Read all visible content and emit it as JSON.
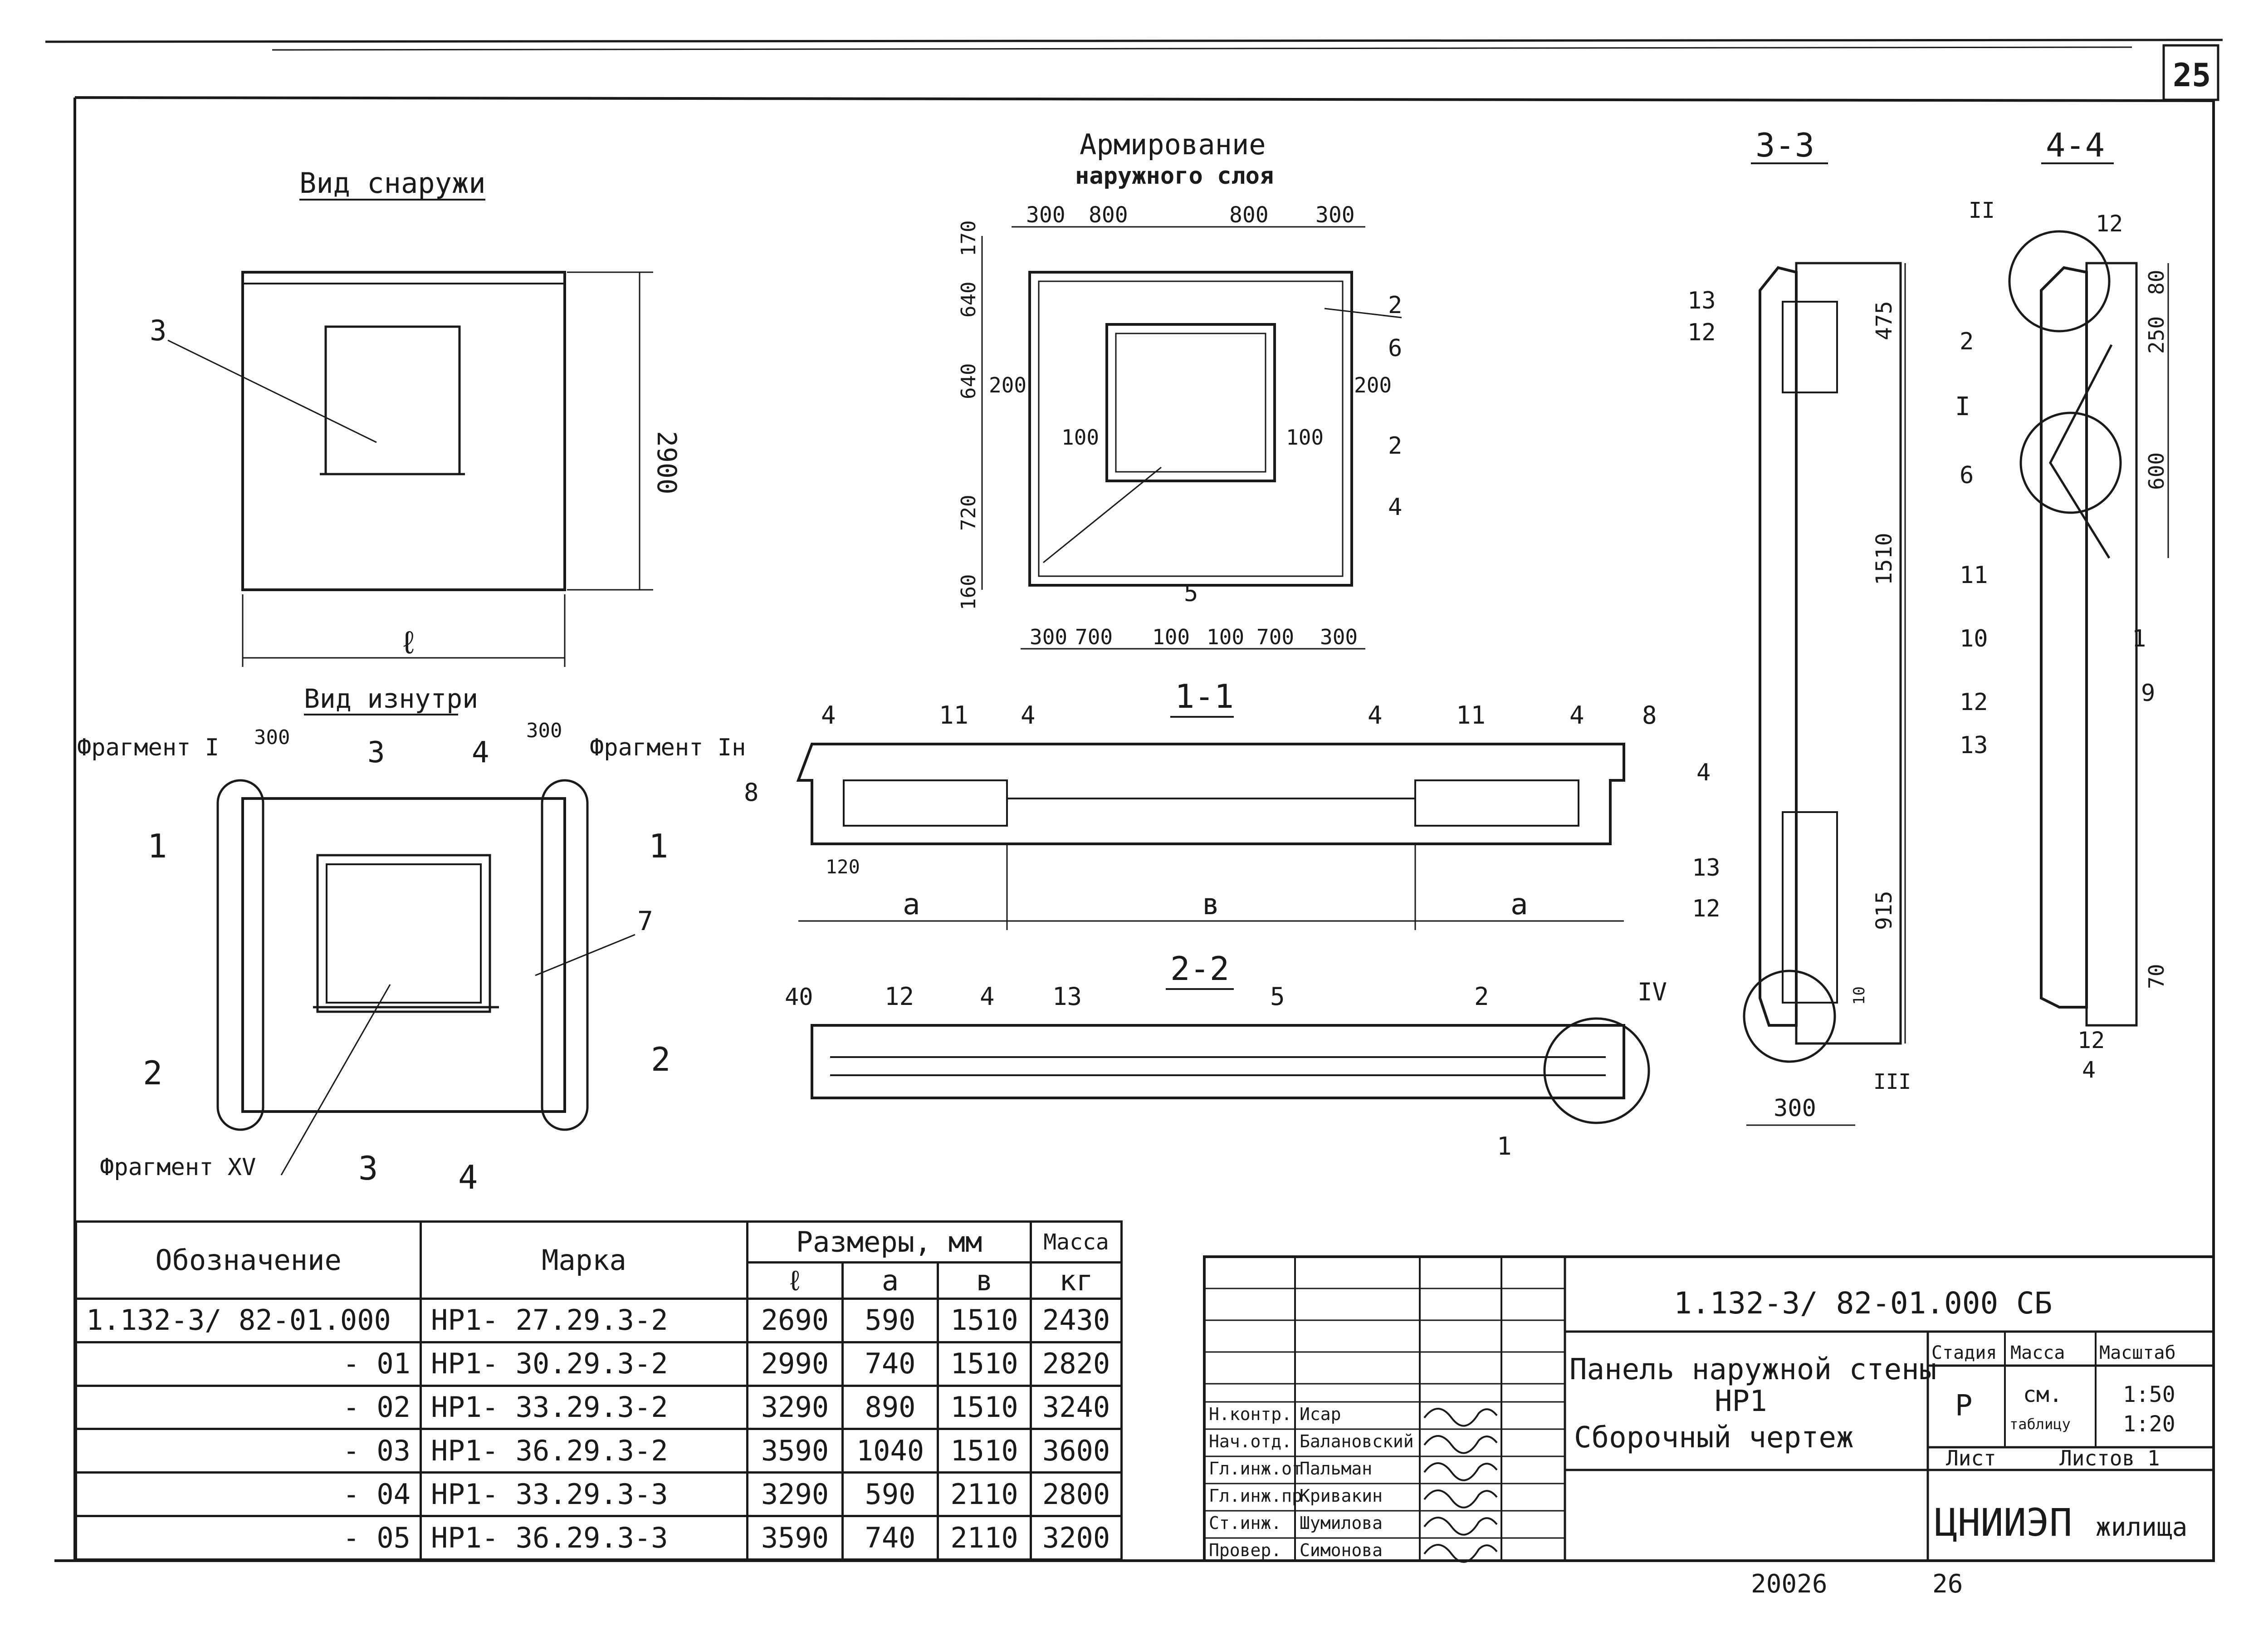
{
  "sheet": {
    "page_number": "25",
    "footer_code": "20026",
    "footer_page": "26"
  },
  "views": {
    "outside": {
      "title": "Вид снаружи",
      "ref3": "3",
      "dim_height": "2900",
      "dim_width": "ℓ"
    },
    "reinforcement": {
      "title_line1": "Армирование",
      "title_line2": "наружного слоя",
      "top_dims": [
        "300",
        "800",
        "800",
        "300"
      ],
      "left_dims": [
        "170",
        "640",
        "640",
        "720",
        "160"
      ],
      "side_dims": [
        "200",
        "200",
        "100",
        "100"
      ],
      "bottom_dims": [
        "300",
        "700",
        "100",
        "100",
        "700",
        "300"
      ],
      "refs": [
        "2",
        "6",
        "2",
        "4",
        "5"
      ]
    },
    "inside": {
      "title": "Вид изнутри",
      "frag1": "Фрагмент I",
      "frag1h": "Фрагмент Iн",
      "frag15": "Фрагмент XV",
      "dim300a": "300",
      "dim300b": "300",
      "cut3": "3",
      "cut4": "4",
      "cut1": "1",
      "cut2": "2",
      "ref7": "7"
    },
    "section11": {
      "title": "1-1",
      "refs": [
        "4",
        "11",
        "4",
        "4",
        "11",
        "4"
      ],
      "ref8": "8",
      "dim120": "120",
      "a": "a",
      "b": "в"
    },
    "section22": {
      "title": "2-2",
      "dim40": "40",
      "refs": [
        "12",
        "4",
        "13",
        "5",
        "2",
        "1"
      ],
      "frag": "IV"
    },
    "section33": {
      "title": "3-3",
      "refs": [
        "13",
        "12",
        "4",
        "13",
        "12"
      ],
      "dims": [
        "475",
        "1510",
        "915",
        "10",
        "300"
      ],
      "frag": "III"
    },
    "section44": {
      "title": "4-4",
      "refs": [
        "II",
        "12",
        "2",
        "I",
        "6",
        "11",
        "10",
        "1",
        "12",
        "9",
        "13",
        "12",
        "4"
      ],
      "dims": [
        "80",
        "250",
        "600",
        "70"
      ]
    }
  },
  "spec_table": {
    "header_designation": "Обозначение",
    "header_mark": "Марка",
    "header_dims": "Размеры, мм",
    "header_mass": "Масса",
    "sub_l": "ℓ",
    "sub_a": "a",
    "sub_b": "в",
    "sub_mass": "кг",
    "rows": [
      [
        "1.132-3/ 82-01.000",
        "НР1- 27.29.3-2",
        "2690",
        "590",
        "1510",
        "2430"
      ],
      [
        "- 01",
        "НР1- 30.29.3-2",
        "2990",
        "740",
        "1510",
        "2820"
      ],
      [
        "- 02",
        "НР1- 33.29.3-2",
        "3290",
        "890",
        "1510",
        "3240"
      ],
      [
        "- 03",
        "НР1- 36.29.3-2",
        "3590",
        "1040",
        "1510",
        "3600"
      ],
      [
        "- 04",
        "НР1- 33.29.3-3",
        "3290",
        "590",
        "2110",
        "2800"
      ],
      [
        "- 05",
        "НР1- 36.29.3-3",
        "3590",
        "740",
        "2110",
        "3200"
      ]
    ]
  },
  "title_block": {
    "code": "1.132-3/ 82-01.000 СБ",
    "name_line1": "Панель наружной стены",
    "name_line2": "НР1",
    "name_line3": "Сборочный чертеж",
    "stage_label": "Стадия",
    "mass_label": "Масса",
    "scale_label": "Масштаб",
    "stage": "Р",
    "mass": "см.",
    "mass2": "таблицу",
    "scale1": "1:50",
    "scale2": "1:20",
    "sheet_label": "Лист",
    "sheets_label": "Листов 1",
    "org": "ЦНИИЭП",
    "org2": "жилища",
    "people": [
      [
        "Н.контр.",
        "Исар"
      ],
      [
        "Нач.отд.",
        "Балановский"
      ],
      [
        "Гл.инж.от",
        "Пальман"
      ],
      [
        "Гл.инж.пр",
        "Кривакин"
      ],
      [
        "Ст.инж.",
        "Шумилова"
      ],
      [
        "Провер.",
        "Симонова"
      ]
    ]
  }
}
